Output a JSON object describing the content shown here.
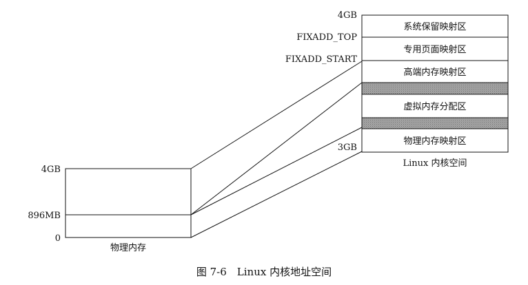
{
  "left_block": {
    "label_top": "4GB",
    "label_mid": "896MB",
    "label_bottom": "0",
    "caption": "物理内存"
  },
  "right_block": {
    "label_top": "4GB",
    "label_fixadd_top": "FIXADD_TOP",
    "label_fixadd_start": "FIXADD_START",
    "label_3gb": "3GB",
    "segments": [
      "系统保留映射区",
      "专用页面映射区",
      "高端内存映射区",
      "虚拟内存分配区",
      "物理内存映射区"
    ],
    "caption": "Linux 内核空间"
  },
  "figure_caption": "图 7-6　Linux 内核地址空间",
  "colors": {
    "line": "#111111",
    "gap_fill": "#9a9a9a",
    "background": "#ffffff"
  }
}
